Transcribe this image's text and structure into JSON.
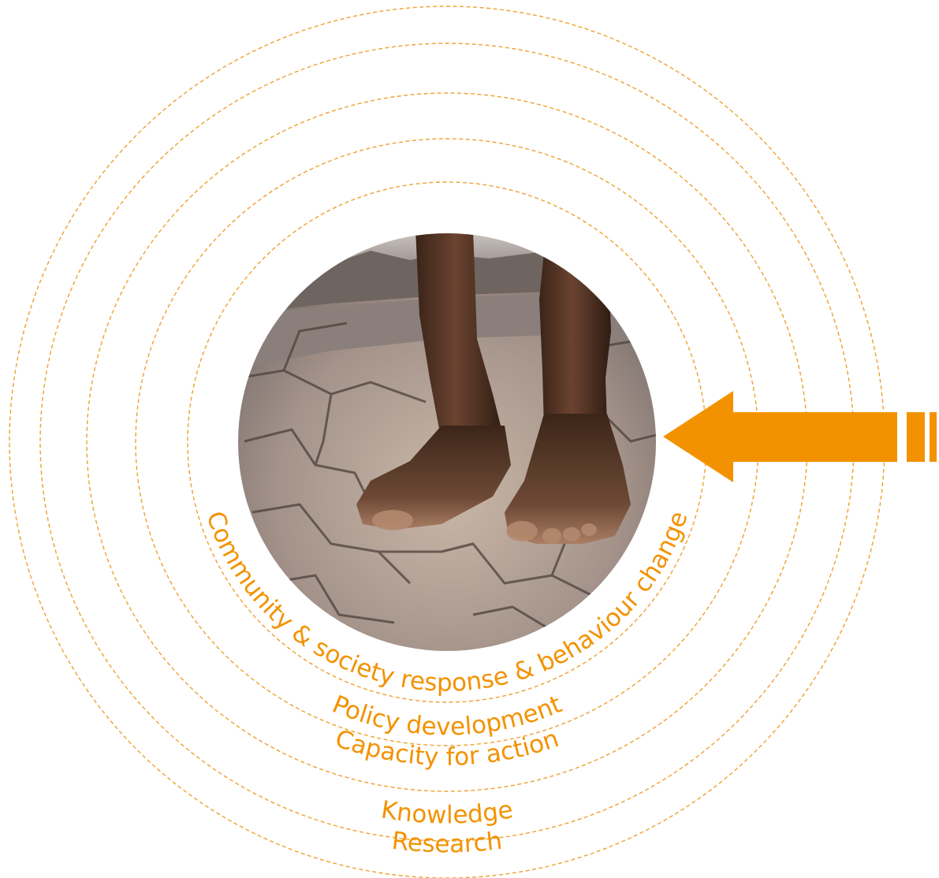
{
  "colors": {
    "accent": "#F39200",
    "ring": "#F0A030"
  },
  "photo": {
    "icon": "bare-feet-on-cracked-dry-earth-photo"
  },
  "arrow": {
    "icon": "arrow-left-icon"
  },
  "layers": [
    {
      "id": "community",
      "label": "Community & society response & behaviour change"
    },
    {
      "id": "policy",
      "label": "Policy development"
    },
    {
      "id": "capacity",
      "label": "Capacity for action"
    },
    {
      "id": "knowledge",
      "label": "Knowledge"
    },
    {
      "id": "research",
      "label": "Research"
    }
  ]
}
